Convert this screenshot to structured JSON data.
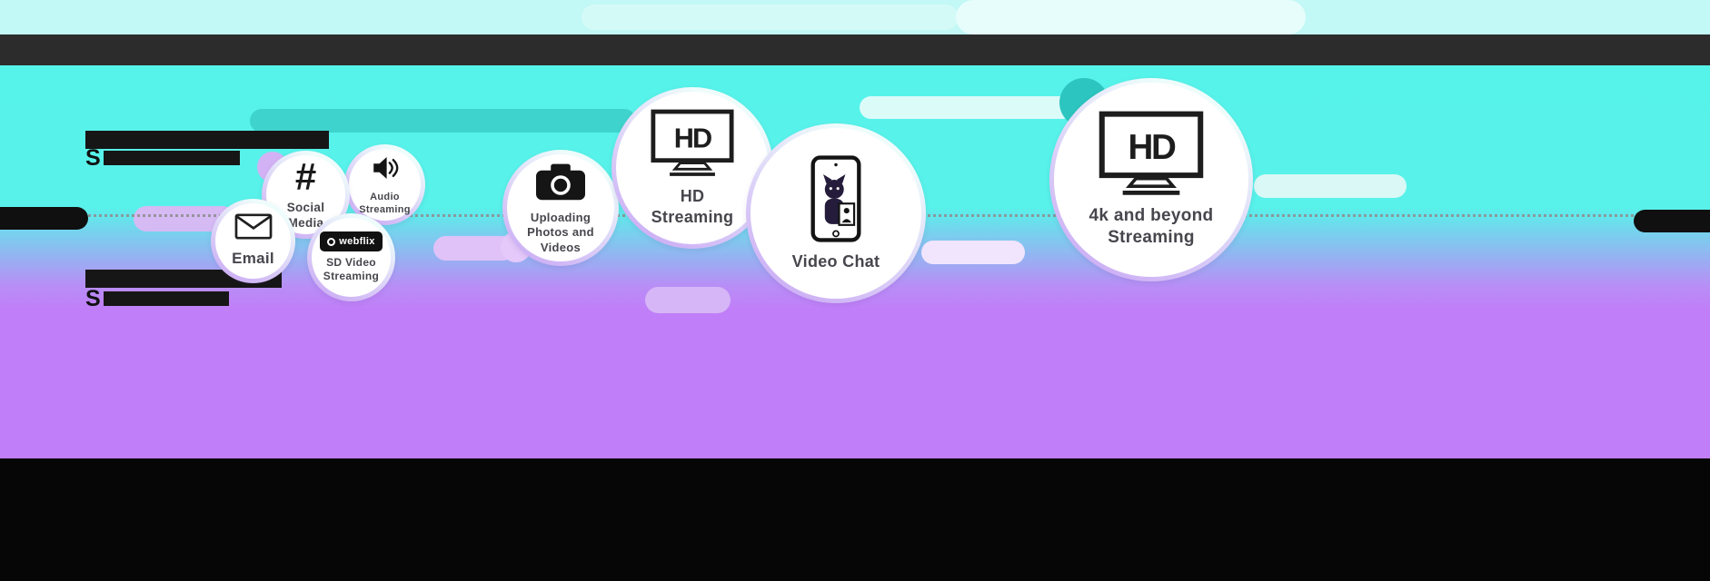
{
  "page": {
    "type": "internet-speed-infographic"
  },
  "colors": {
    "cyan_background": "#56f3ea",
    "purple_background": "#c07ff8",
    "top_dark_bar": "#2c2c2c",
    "bottom_black_band": "#060606",
    "teal_pill": "#3ed4cd",
    "lavender_pill": "#d6baf4"
  },
  "redacted": {
    "block1_letter": "S",
    "block2_letter": "S"
  },
  "bubbles": [
    {
      "label": "Email"
    },
    {
      "label": "Social Media"
    },
    {
      "label": "Audio Streaming"
    },
    {
      "label": "SD Video Streaming",
      "logo_text": "webflix"
    },
    {
      "label": "Uploading Photos and Videos"
    },
    {
      "label": "HD Streaming",
      "tv_text": "HD"
    },
    {
      "label": "Video Chat"
    },
    {
      "label": "4k and beyond Streaming",
      "tv_text": "HD"
    }
  ]
}
